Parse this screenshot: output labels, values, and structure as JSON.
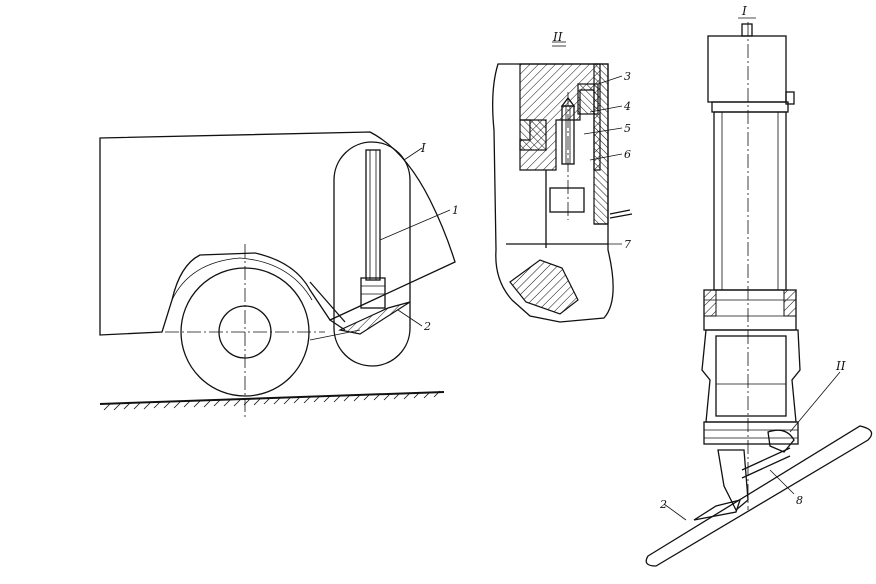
{
  "labels": {
    "view_I": "I",
    "view_II": "II",
    "n1": "1",
    "n2": "2",
    "n3": "3",
    "n4": "4",
    "n5": "5",
    "n6": "6",
    "n7": "7",
    "n8": "8"
  },
  "colors": {
    "line": "#111111",
    "background": "#ffffff"
  }
}
